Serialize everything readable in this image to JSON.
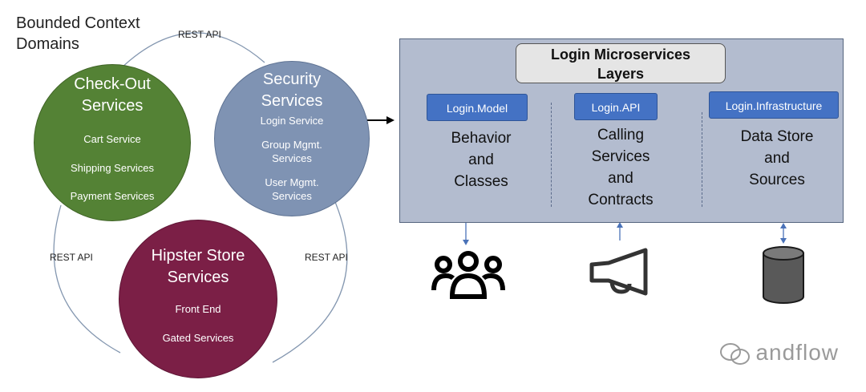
{
  "diagram_title": "Bounded Context\nDomains",
  "rest_api_top": "REST API",
  "rest_api_left": "REST API",
  "rest_api_right": "REST API",
  "checkout": {
    "title": "Check-Out\nServices",
    "items": [
      "Cart Service",
      "Shipping Services",
      "Payment Services"
    ],
    "color": "#548235"
  },
  "security": {
    "title": "Security\nServices",
    "items": [
      "Login Service",
      "Group Mgmt.\nServices",
      "User Mgmt.\nServices"
    ],
    "color": "#7f93b3"
  },
  "hipster": {
    "title": "Hipster Store\nServices",
    "items": [
      "Front End",
      "Gated Services"
    ],
    "color": "#7b1f46"
  },
  "microservices": {
    "header": "Login Microservices\nLayers",
    "layers": [
      {
        "name": "Login.Model",
        "desc": "Behavior\nand\nClasses",
        "icon": "users-icon"
      },
      {
        "name": "Login.API",
        "desc": "Calling\nServices\nand\nContracts",
        "icon": "megaphone-icon"
      },
      {
        "name": "Login.Infrastructure",
        "desc": "Data Store\nand\nSources",
        "icon": "database-icon"
      }
    ],
    "panel_color": "#b3bccf",
    "pill_color": "#4472c4"
  },
  "watermark": "andflow"
}
